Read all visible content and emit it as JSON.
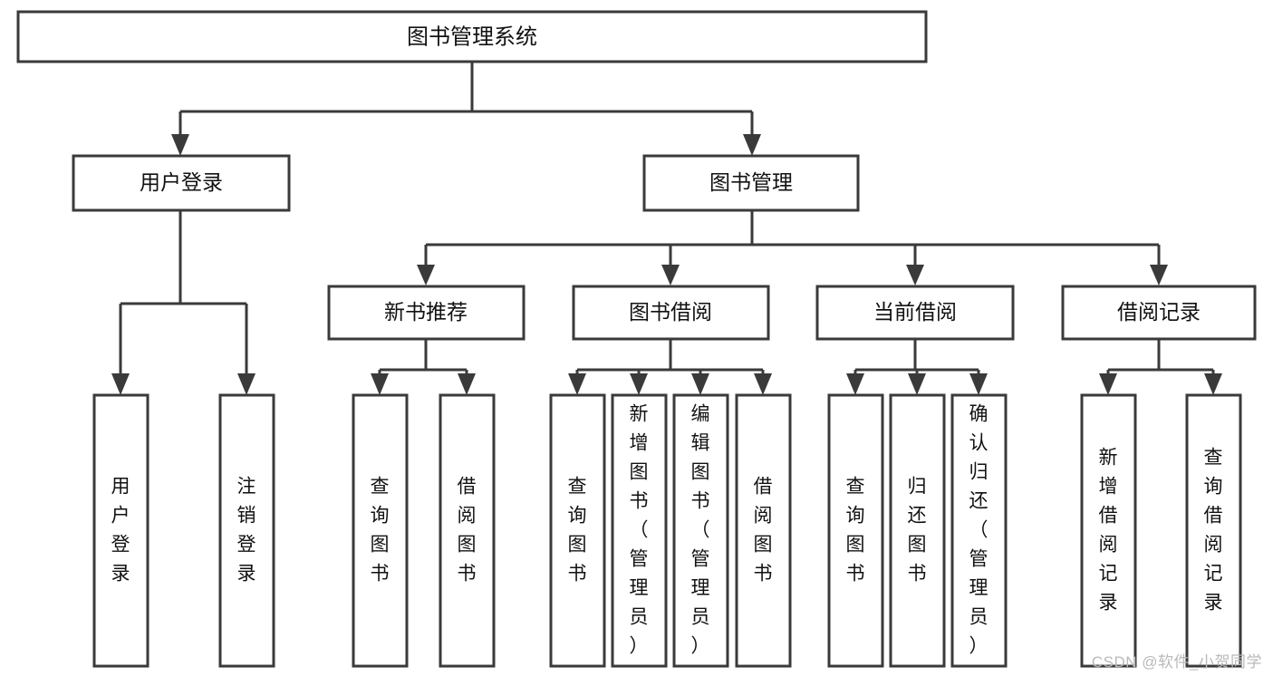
{
  "diagram": {
    "title": "图书管理系统",
    "type": "tree-hierarchy-chart",
    "colors": {
      "box_stroke": "#3a3a3a",
      "box_fill": "#ffffff",
      "text": "#111111",
      "background": "#ffffff",
      "watermark": "#b9b9b9"
    },
    "root": {
      "label": "图书管理系统"
    },
    "level2": [
      {
        "label": "用户登录"
      },
      {
        "label": "图书管理"
      }
    ],
    "level3": [
      {
        "label": "新书推荐"
      },
      {
        "label": "图书借阅"
      },
      {
        "label": "当前借阅"
      },
      {
        "label": "借阅记录"
      }
    ],
    "leaves": {
      "user_login": [
        {
          "label": "用户登录"
        },
        {
          "label": "注销登录"
        }
      ],
      "new_book_recommend": [
        {
          "label": "查询图书"
        },
        {
          "label": "借阅图书"
        }
      ],
      "book_borrow": [
        {
          "label": "查询图书"
        },
        {
          "label": "新增图书（管理员）"
        },
        {
          "label": "编辑图书（管理员）"
        },
        {
          "label": "借阅图书"
        }
      ],
      "current_borrow": [
        {
          "label": "查询图书"
        },
        {
          "label": "归还图书"
        },
        {
          "label": "确认归还（管理员）"
        }
      ],
      "borrow_record": [
        {
          "label": "新增借阅记录"
        },
        {
          "label": "查询借阅记录"
        }
      ]
    }
  },
  "watermark": {
    "text": "CSDN @软件_小贺同学"
  }
}
